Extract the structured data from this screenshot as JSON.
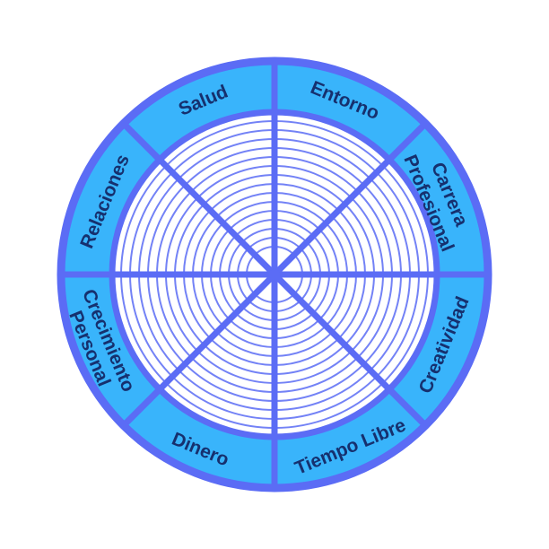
{
  "wheel": {
    "segments": [
      {
        "label": "Entorno"
      },
      {
        "label": "Carrera",
        "label2": "Profesional"
      },
      {
        "label": "Creatividad"
      },
      {
        "label": "Tiempo Libre"
      },
      {
        "label": "Dinero"
      },
      {
        "label": "Crecimiento",
        "label2": "Personal"
      },
      {
        "label": "Relaciones"
      },
      {
        "label": "Salud"
      }
    ],
    "colors": {
      "outline": "#5b6cf5",
      "band_fill": "#39b4fb",
      "inner_fill": "#ffffff",
      "text": "#16306e"
    }
  }
}
